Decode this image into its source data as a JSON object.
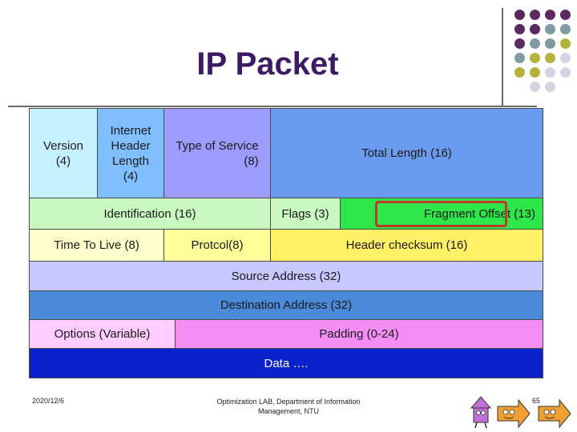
{
  "slide": {
    "title": "IP Packet",
    "date": "2020/12/6",
    "footer": "Optimization LAB, Department of Information\nManagement, NTU",
    "page_number": "65"
  },
  "colors": {
    "version": "#c6f1ff",
    "ihl": "#7fbfff",
    "tos": "#9c9cff",
    "total_length": "#6b9bef",
    "identification": "#c8f7c0",
    "flags": "#2ee64a",
    "ttl": "#ffffcc",
    "protocol": "#ffff99",
    "checksum": "#fff066",
    "source": "#c8c8ff",
    "destination": "#4a8ad8",
    "options": "#ffccff",
    "padding": "#f48ef4",
    "data": "#0a22cc",
    "accent_border": "#c0392b"
  },
  "icons": [
    "circular-dots-icon",
    "arrow-figure-icon"
  ],
  "packet": {
    "version": "Version\n(4)",
    "ihl": "Internet\nHeader\nLength\n(4)",
    "tos": "Type of Service\n(8)",
    "total_length": "Total Length (16)",
    "identification": "Identification (16)",
    "flags": "Flags (3)",
    "fragment_offset": "Fragment Offset (13)",
    "ttl": "Time To Live (8)",
    "protocol": "Protcol(8)",
    "checksum": "Header checksum (16)",
    "source": "Source Address (32)",
    "destination": "Destination Address (32)",
    "options": "Options (Variable)",
    "padding": "Padding (0-24)",
    "data": "Data …."
  }
}
